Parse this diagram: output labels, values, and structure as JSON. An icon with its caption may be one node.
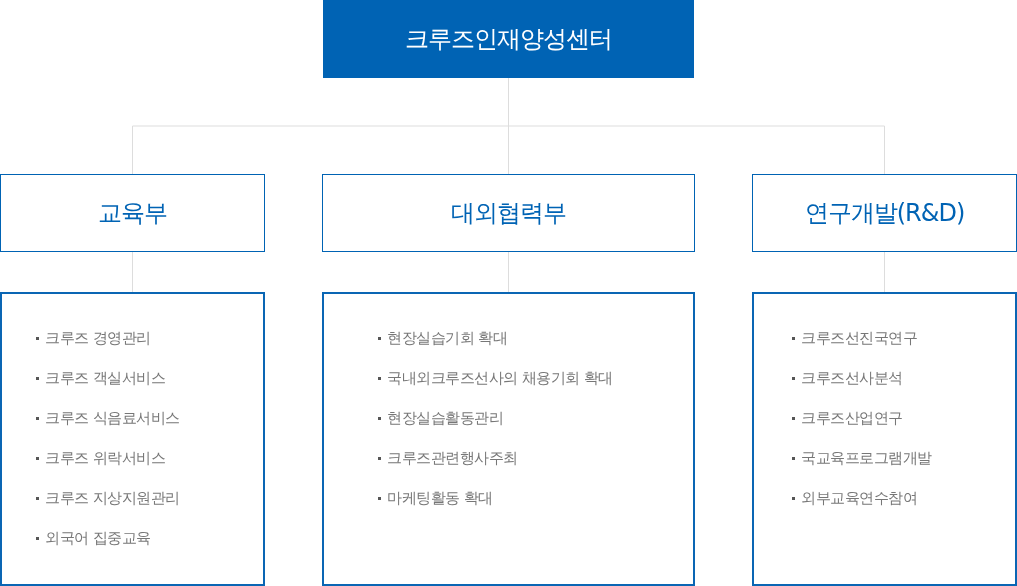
{
  "diagram": {
    "nodes": [
      {
        "text": [
          "크루즈인재양성센터"
        ]
      },
      {
        "text": [
          "교육부"
        ]
      },
      {
        "text": [
          "대외협력부"
        ]
      },
      {
        "text": [
          "연구개발(R&D)"
        ]
      },
      {
        "text": [
          "크루즈 경영관리",
          "크루즈 객실서비스",
          "크루즈 식음료서비스",
          "크루즈 위락서비스",
          "크루즈 지상지원관리",
          "외국어 집중교육"
        ]
      },
      {
        "text": [
          "현장실습기회 확대",
          "국내외크루즈선사의 채용기회 확대",
          "현장실습활동관리",
          "크루즈관련행사주최",
          "마케팅활동 확대"
        ]
      },
      {
        "text": [
          "크루즈선진국연구",
          "크루즈선사분석",
          "크루즈산업연구",
          "국교육프로그램개발",
          "외부교육연수참여"
        ]
      }
    ],
    "edges": [
      {
        "from": 0,
        "to": 1,
        "arrow": "none"
      },
      {
        "from": 0,
        "to": 2,
        "arrow": "none"
      },
      {
        "from": 0,
        "to": 3,
        "arrow": "none"
      },
      {
        "from": 1,
        "to": 4,
        "arrow": "none"
      },
      {
        "from": 2,
        "to": 5,
        "arrow": "none"
      },
      {
        "from": 3,
        "to": 6,
        "arrow": "none"
      }
    ]
  }
}
